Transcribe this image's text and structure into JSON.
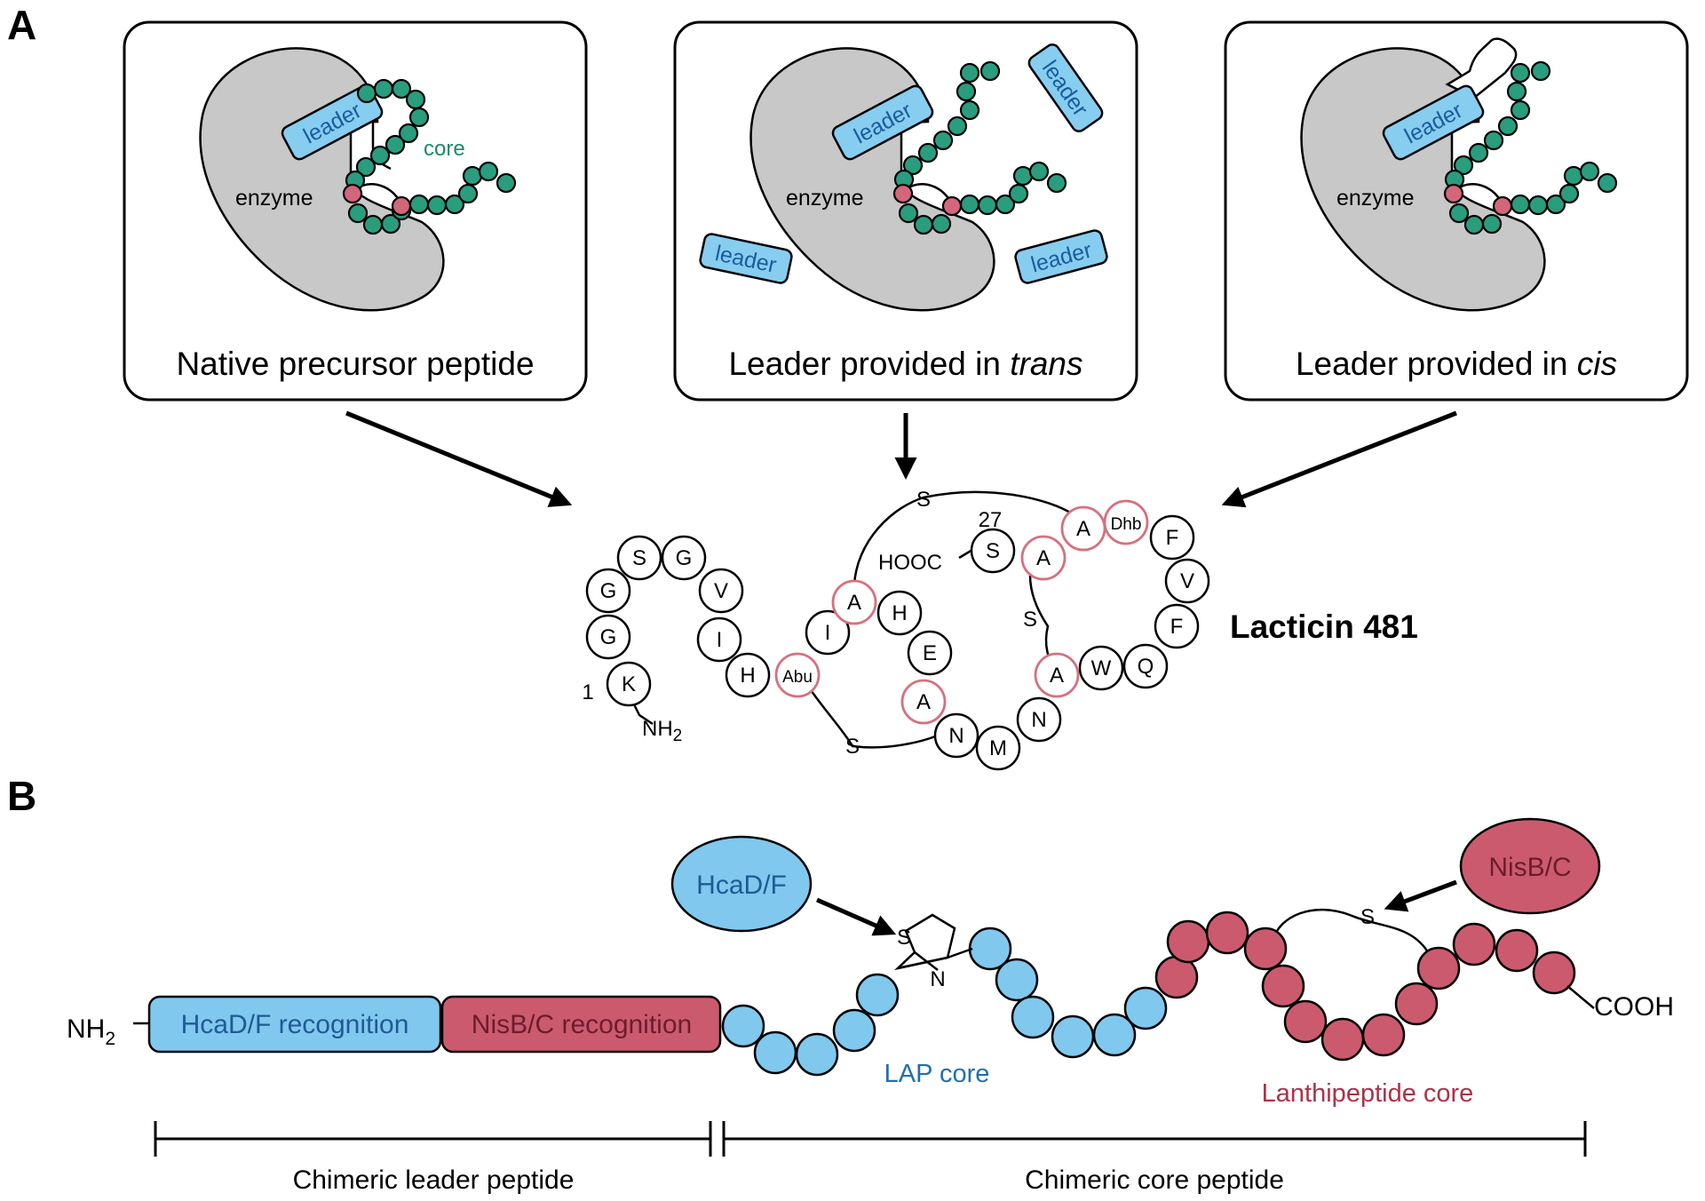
{
  "panel_a": {
    "label": "A",
    "boxes": [
      {
        "caption": "Native precursor peptide",
        "enzyme": "enzyme",
        "leader": "leader",
        "core": "core"
      },
      {
        "caption_plain": "Leader provided in ",
        "caption_italic": "trans",
        "enzyme": "enzyme",
        "leader": "leader"
      },
      {
        "caption_plain": "Leader provided in ",
        "caption_italic": "cis",
        "enzyme": "enzyme",
        "leader": "leader"
      }
    ],
    "lacticin": {
      "title": "Lacticin 481",
      "start_number": "1",
      "end_number": "27",
      "n_terminus": "NH",
      "n_terminus_sub": "2",
      "c_terminus": "HOOC",
      "bridge": "S",
      "residues": [
        "K",
        "G",
        "G",
        "S",
        "G",
        "V",
        "I",
        "H",
        "Abu",
        "I",
        "A",
        "H",
        "E",
        "A",
        "N",
        "M",
        "N",
        "A",
        "W",
        "Q",
        "F",
        "V",
        "F",
        "Dhb",
        "A",
        "A",
        "S"
      ]
    }
  },
  "panel_b": {
    "label": "B",
    "n_terminus": "NH",
    "n_terminus_sub": "2",
    "c_terminus": "COOH",
    "recognition_1": "HcaD/F recognition",
    "recognition_2": "NisB/C recognition",
    "enzyme_1": "HcaD/F",
    "enzyme_2": "NisB/C",
    "thiazoline_s": "S",
    "thiazoline_n": "N",
    "bridge": "S",
    "lap_core": "LAP core",
    "lanthi_core": "Lanthipeptide core",
    "leader_bracket": "Chimeric leader peptide",
    "core_bracket": "Chimeric core peptide"
  },
  "colors": {
    "enzyme_grey": "#c8c8c8",
    "core_green": "#2a9d7f",
    "leader_blue": "#86cdf0",
    "modified_red": "#d4667c",
    "lap_blue": "#80c8ee",
    "lanthi_red": "#cc5a6e"
  }
}
